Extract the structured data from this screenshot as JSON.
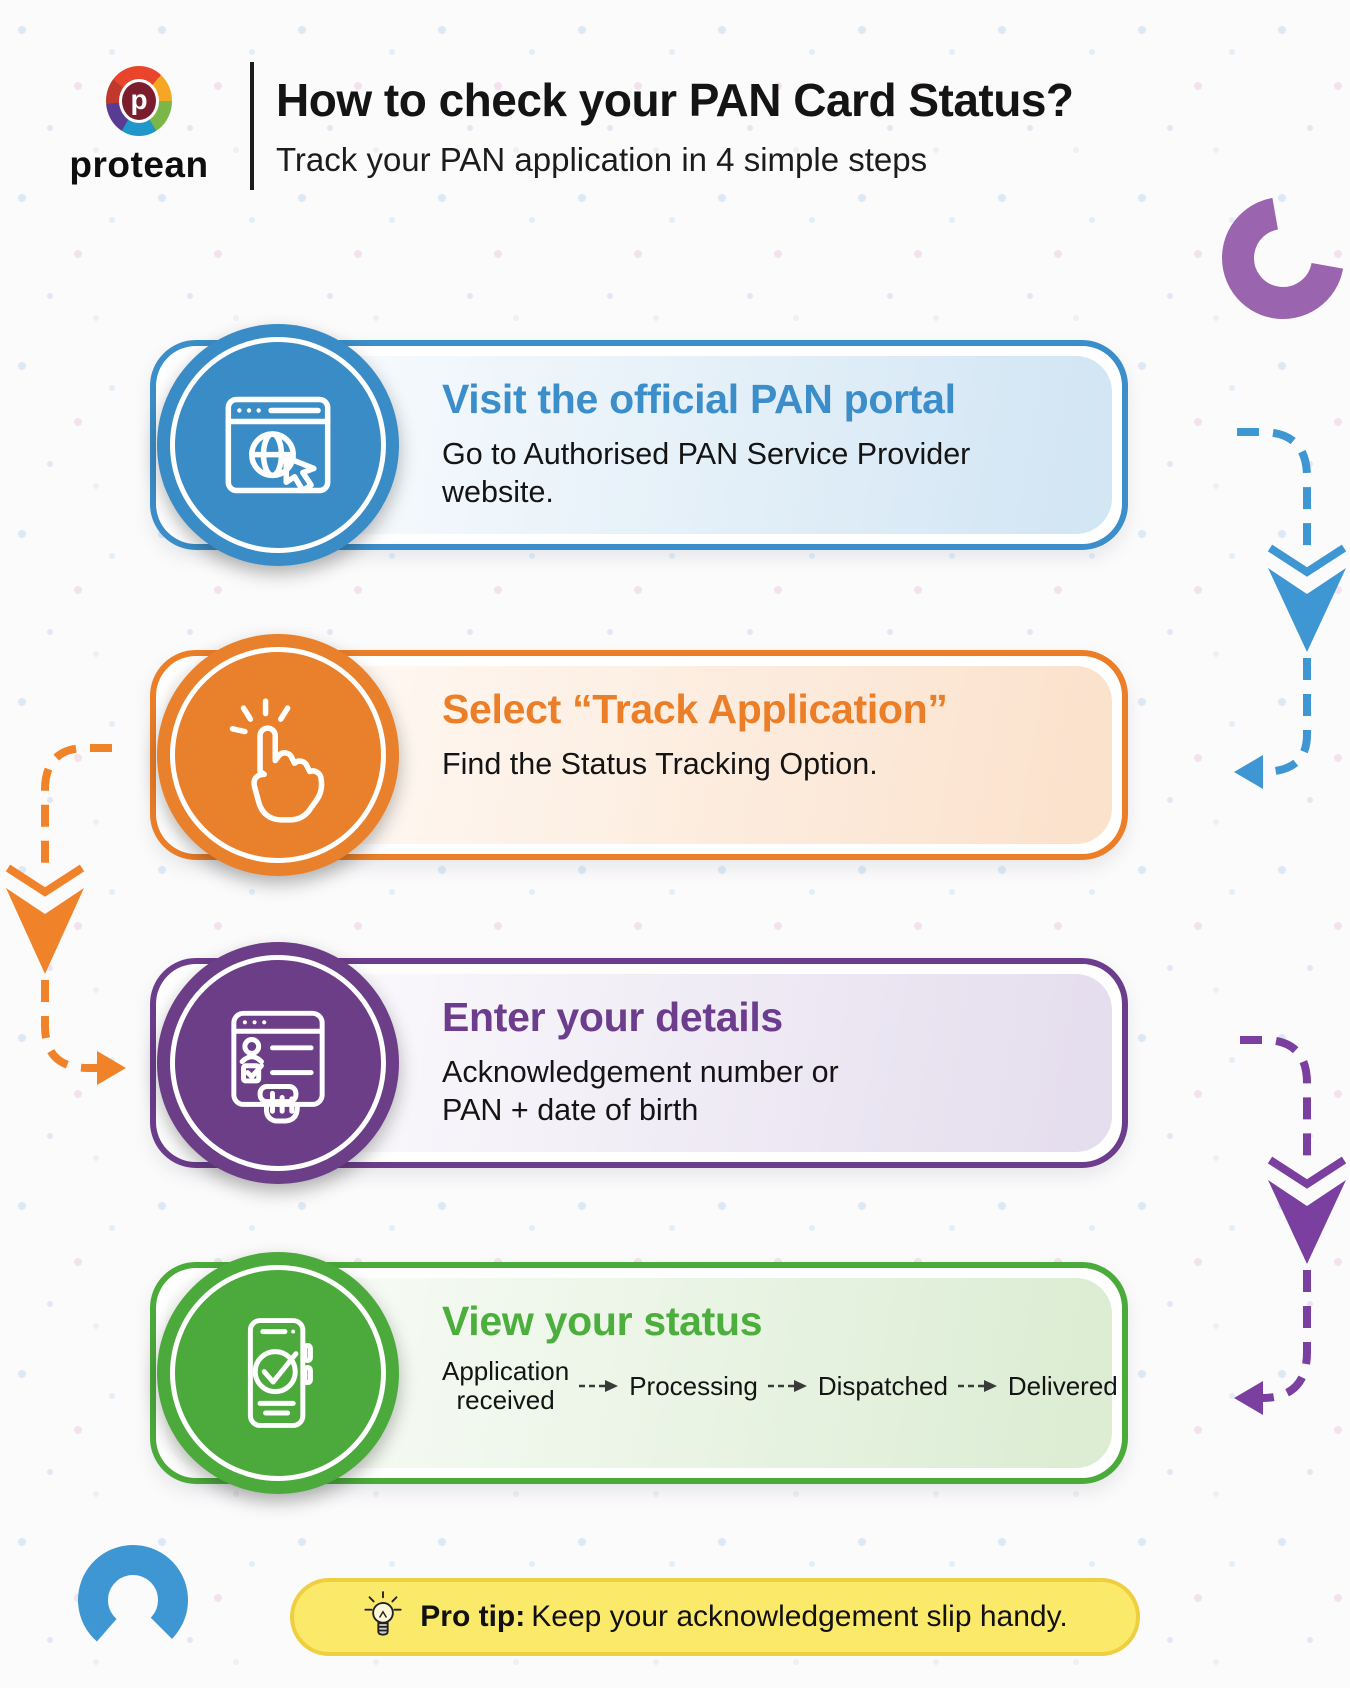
{
  "header": {
    "logo_mark": "p",
    "logo_text": "protean",
    "title": "How to check your PAN Card Status?",
    "subtitle": "Track your PAN application in 4 simple steps"
  },
  "steps": [
    {
      "title": "Visit the official PAN portal",
      "description": "Go to Authorised PAN Service Provider\nwebsite.",
      "accent_color": "#3b8ec9",
      "icon": "browser-globe-icon"
    },
    {
      "title": "Select “Track Application”",
      "description": "Find the Status Tracking Option.",
      "accent_color": "#ec7e27",
      "icon": "tap-click-icon"
    },
    {
      "title": "Enter your details",
      "description": "Acknowledgement number or\nPAN + date of birth",
      "accent_color": "#6c3d8c",
      "icon": "form-details-icon"
    },
    {
      "title": "View your status",
      "accent_color": "#4bab3a",
      "icon": "phone-check-icon",
      "status_flow": [
        "Application received",
        "Processing",
        "Dispatched",
        "Delivered"
      ]
    }
  ],
  "pro_tip": {
    "label": "Pro tip:",
    "text": "Keep your acknowledgement slip handy."
  }
}
